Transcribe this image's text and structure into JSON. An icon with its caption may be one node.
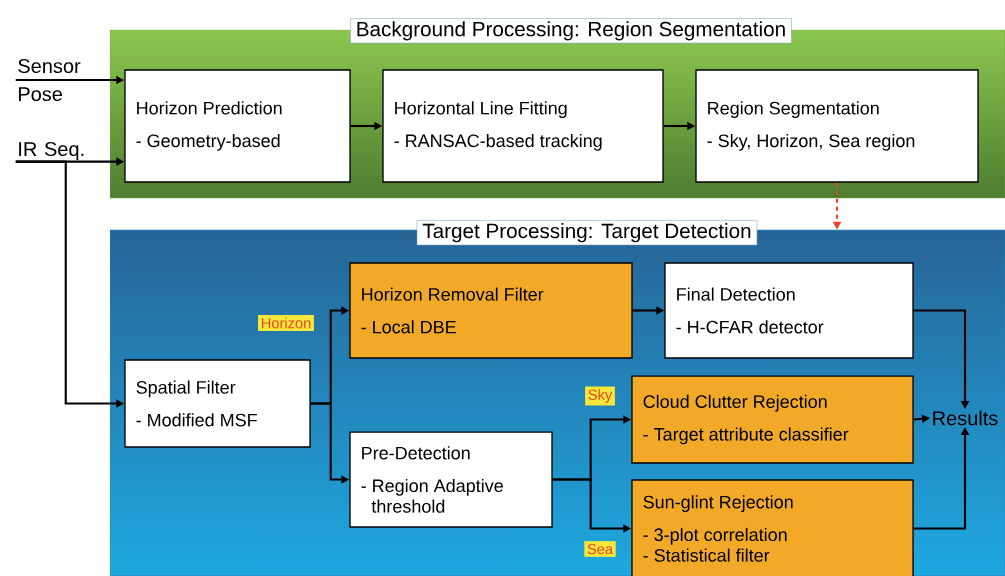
{
  "diagram": {
    "nodes": [
      {
        "text": [
          "Background Processing: Region Segmentation"
        ]
      },
      {
        "text": [
          "Horizon Prediction",
          "- Geometry-based"
        ],
        "in": 0
      },
      {
        "text": [
          "Horizontal Line Fitting",
          "- RANSAC-based tracking"
        ],
        "in": 0
      },
      {
        "text": [
          "Region Segmentation",
          "- Sky, Horizon, Sea region"
        ],
        "in": 0
      },
      {
        "text": [
          "Target Processing: Target Detection"
        ]
      },
      {
        "text": [
          "Spatial Filter",
          "- Modified MSF"
        ],
        "in": 4
      },
      {
        "text": [
          "Horizon Removal Filter",
          "- Local DBE"
        ],
        "in": 4
      },
      {
        "text": [
          "Pre-Detection",
          "- Region Adaptive threshold"
        ],
        "in": 4
      },
      {
        "text": [
          "Final Detection",
          "- H-CFAR detector"
        ],
        "in": 4
      },
      {
        "text": [
          "Cloud Clutter Rejection",
          "- Target attribute classifier"
        ],
        "in": 4
      },
      {
        "text": [
          "Sun-glint Rejection",
          "- 3-plot correlation",
          "- Statistical filter"
        ],
        "in": 4
      },
      {
        "text": [
          "Results"
        ],
        "in": 4
      },
      {
        "text": [
          "Sensor Pose"
        ]
      },
      {
        "text": [
          "IR Seq."
        ]
      }
    ],
    "edges": [
      {
        "from": 12,
        "to": 1,
        "arrow": "to"
      },
      {
        "from": 13,
        "to": 1,
        "arrow": "to"
      },
      {
        "from": 13,
        "to": 5,
        "arrow": "to"
      },
      {
        "from": 1,
        "to": 2,
        "arrow": "to"
      },
      {
        "from": 2,
        "to": 3,
        "arrow": "to"
      },
      {
        "from": 3,
        "to": 4,
        "arrow": "to",
        "style": "dashed",
        "color": "#e8452c"
      },
      {
        "from": 5,
        "to": 6,
        "arrow": "to",
        "label": "Horizon"
      },
      {
        "from": 5,
        "to": 7,
        "arrow": "to"
      },
      {
        "from": 6,
        "to": 8,
        "arrow": "to"
      },
      {
        "from": 8,
        "to": 11,
        "arrow": "to"
      },
      {
        "from": 7,
        "to": 9,
        "arrow": "to",
        "label": "Sky"
      },
      {
        "from": 7,
        "to": 10,
        "arrow": "to",
        "label": "Sea"
      },
      {
        "from": 9,
        "to": 11,
        "arrow": "to"
      },
      {
        "from": 10,
        "to": 11,
        "arrow": "to"
      }
    ]
  }
}
